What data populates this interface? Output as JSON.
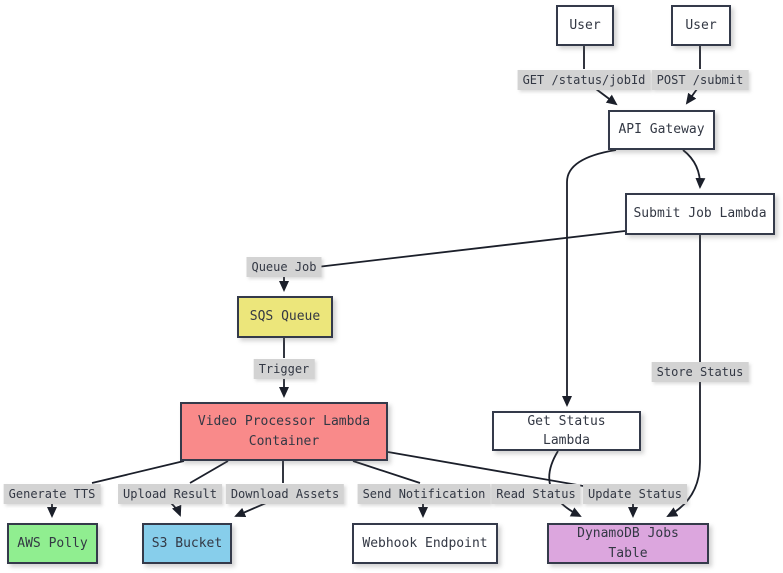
{
  "diagram": {
    "type": "flowchart",
    "background": "#ffffff",
    "colors": {
      "node_border": "#343a4a",
      "node_default_fill": "#ffffff",
      "sqs_fill": "#ece67b",
      "video_processor_fill": "#f98a8a",
      "polly_fill": "#90ee90",
      "s3_fill": "#87ceeb",
      "dynamodb_fill": "#dca6de",
      "edge_label_bg": "#d3d3d3",
      "edge_stroke": "#1b1f2a",
      "text": "#333844"
    },
    "nodes": {
      "user1": {
        "label": "User"
      },
      "user2": {
        "label": "User"
      },
      "api_gateway": {
        "label": "API Gateway"
      },
      "submit_job_lambda": {
        "label": "Submit Job Lambda"
      },
      "sqs_queue": {
        "label": "SQS Queue"
      },
      "video_processor": {
        "label": "Video Processor Lambda Container"
      },
      "get_status_lambda": {
        "label": "Get Status Lambda"
      },
      "aws_polly": {
        "label": "AWS Polly"
      },
      "s3_bucket": {
        "label": "S3 Bucket"
      },
      "webhook_endpoint": {
        "label": "Webhook Endpoint"
      },
      "dynamodb_jobs_table": {
        "label": "DynamoDB Jobs Table"
      }
    },
    "edges": {
      "get_status_jobid": {
        "label": "GET /status/jobId",
        "from": "User",
        "to": "API Gateway"
      },
      "post_submit": {
        "label": "POST /submit",
        "from": "User",
        "to": "API Gateway"
      },
      "api_to_submit": {
        "label": "",
        "from": "API Gateway",
        "to": "Submit Job Lambda"
      },
      "api_to_get_status": {
        "label": "",
        "from": "API Gateway",
        "to": "Get Status Lambda"
      },
      "queue_job": {
        "label": "Queue Job",
        "from": "Submit Job Lambda",
        "to": "SQS Queue"
      },
      "store_status": {
        "label": "Store Status",
        "from": "Submit Job Lambda",
        "to": "DynamoDB Jobs Table"
      },
      "trigger": {
        "label": "Trigger",
        "from": "SQS Queue",
        "to": "Video Processor Lambda Container"
      },
      "generate_tts": {
        "label": "Generate TTS",
        "from": "Video Processor Lambda Container",
        "to": "AWS Polly"
      },
      "upload_result": {
        "label": "Upload Result",
        "from": "Video Processor Lambda Container",
        "to": "S3 Bucket"
      },
      "download_assets": {
        "label": "Download Assets",
        "from": "Video Processor Lambda Container",
        "to": "S3 Bucket"
      },
      "send_notification": {
        "label": "Send Notification",
        "from": "Video Processor Lambda Container",
        "to": "Webhook Endpoint"
      },
      "read_status": {
        "label": "Read Status",
        "from": "Get Status Lambda",
        "to": "DynamoDB Jobs Table"
      },
      "update_status": {
        "label": "Update Status",
        "from": "Video Processor Lambda Container",
        "to": "DynamoDB Jobs Table"
      }
    }
  }
}
